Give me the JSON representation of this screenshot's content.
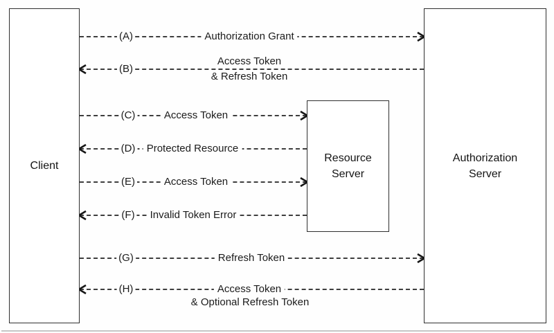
{
  "boxes": {
    "client": {
      "lines": [
        "Client"
      ]
    },
    "resource_server": {
      "lines": [
        "Resource",
        "Server"
      ]
    },
    "authorization_server": {
      "lines": [
        "Authorization",
        "Server"
      ]
    }
  },
  "arrows": [
    {
      "tag": "(A)",
      "label": "Authorization Grant",
      "direction": "right"
    },
    {
      "tag": "(B)",
      "label": "Access Token",
      "label2": "& Refresh Token",
      "direction": "left"
    },
    {
      "tag": "(C)",
      "label": "Access Token",
      "direction": "right"
    },
    {
      "tag": "(D)",
      "label": "Protected Resource",
      "direction": "left"
    },
    {
      "tag": "(E)",
      "label": "Access Token",
      "direction": "right"
    },
    {
      "tag": "(F)",
      "label": "Invalid Token Error",
      "direction": "left"
    },
    {
      "tag": "(G)",
      "label": "Refresh Token",
      "direction": "right"
    },
    {
      "tag": "(H)",
      "label": "Access Token",
      "label2": "& Optional Refresh Token",
      "direction": "left"
    }
  ]
}
